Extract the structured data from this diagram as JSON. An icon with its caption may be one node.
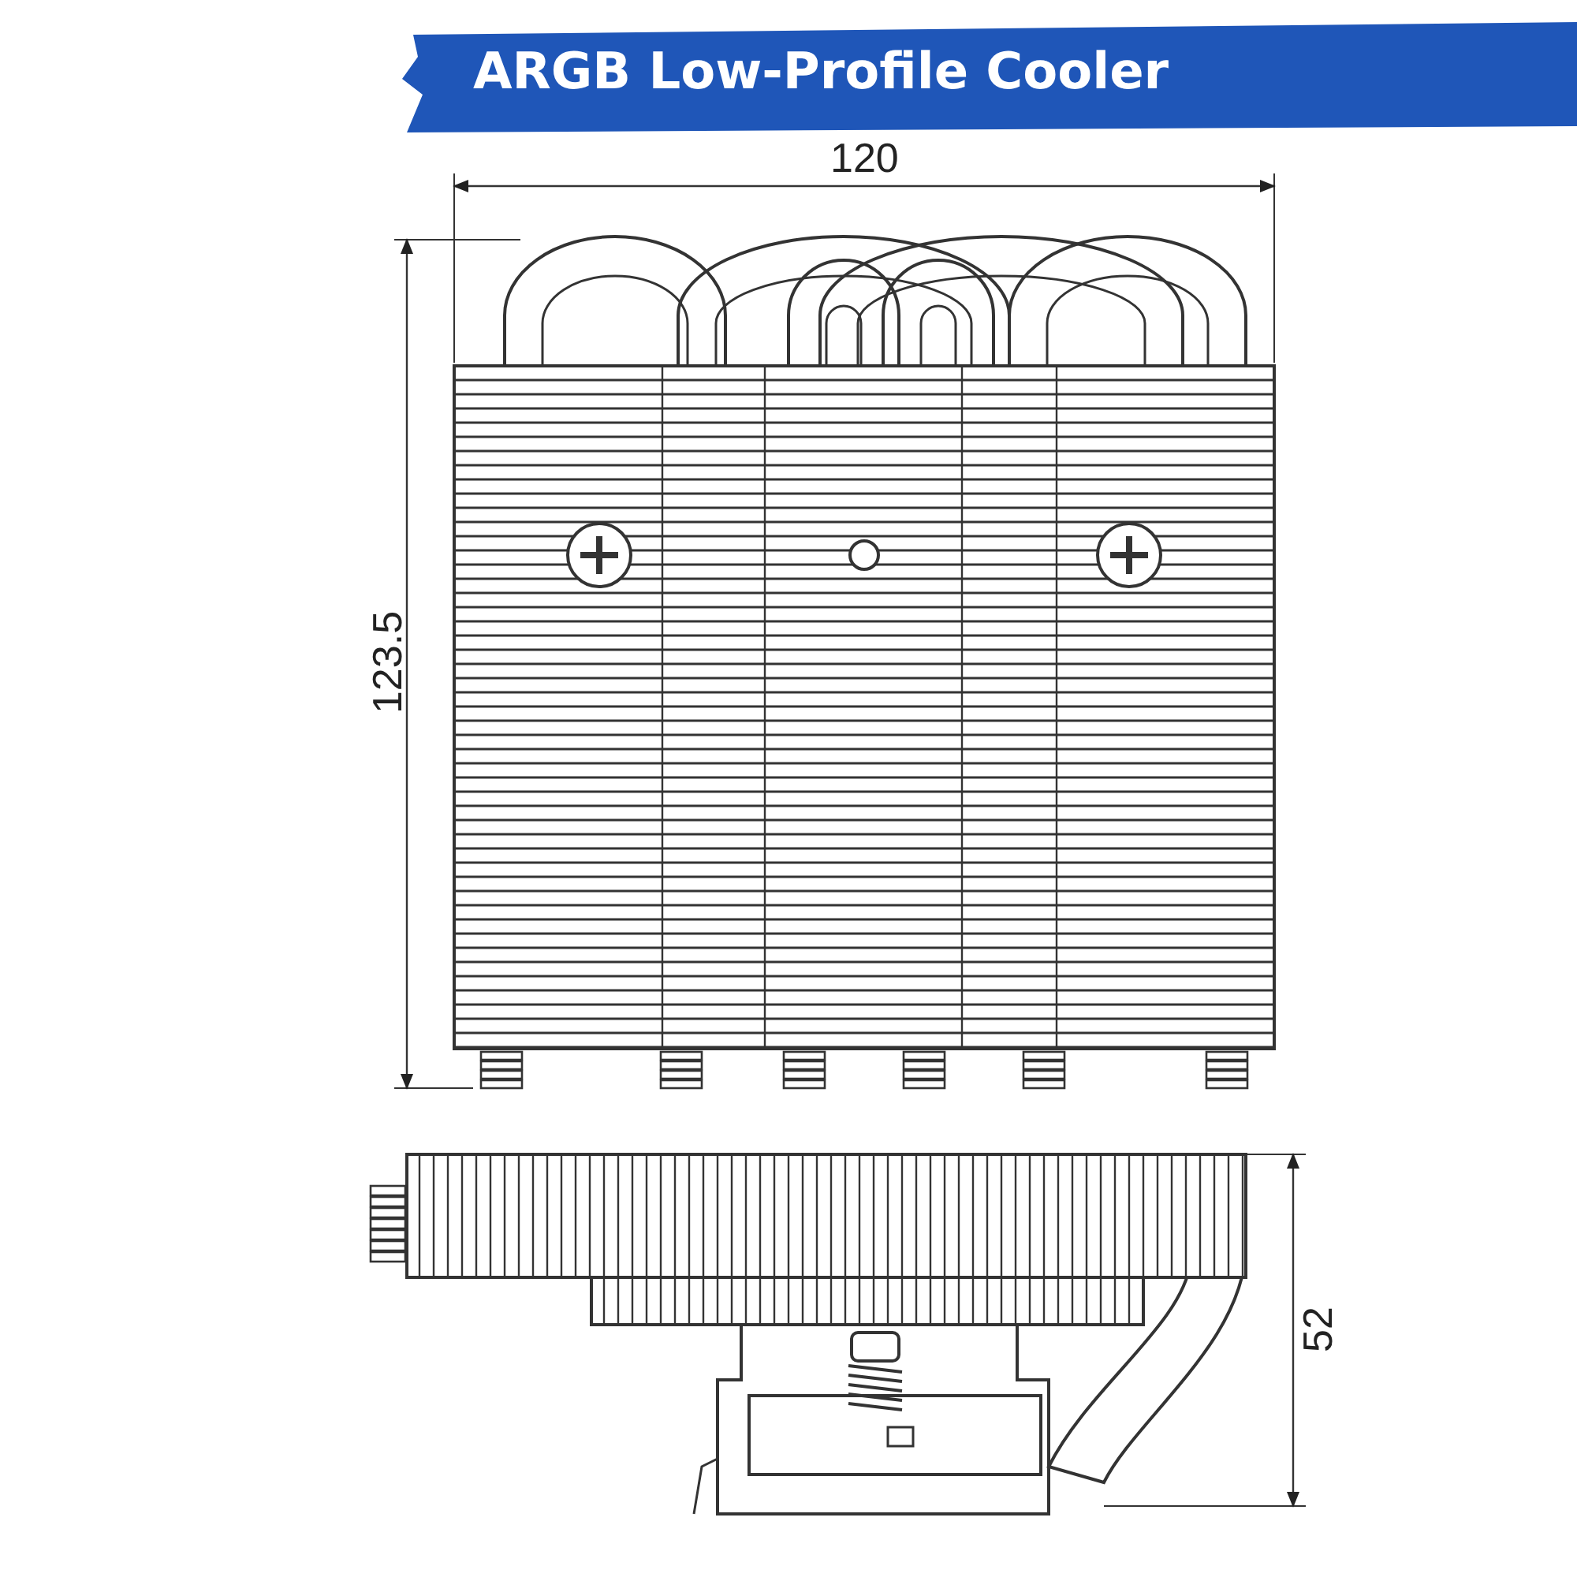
{
  "diagram": {
    "title": "ARGB Low-Profile Cooler",
    "labels": [
      "120",
      "123.5",
      "52"
    ]
  }
}
